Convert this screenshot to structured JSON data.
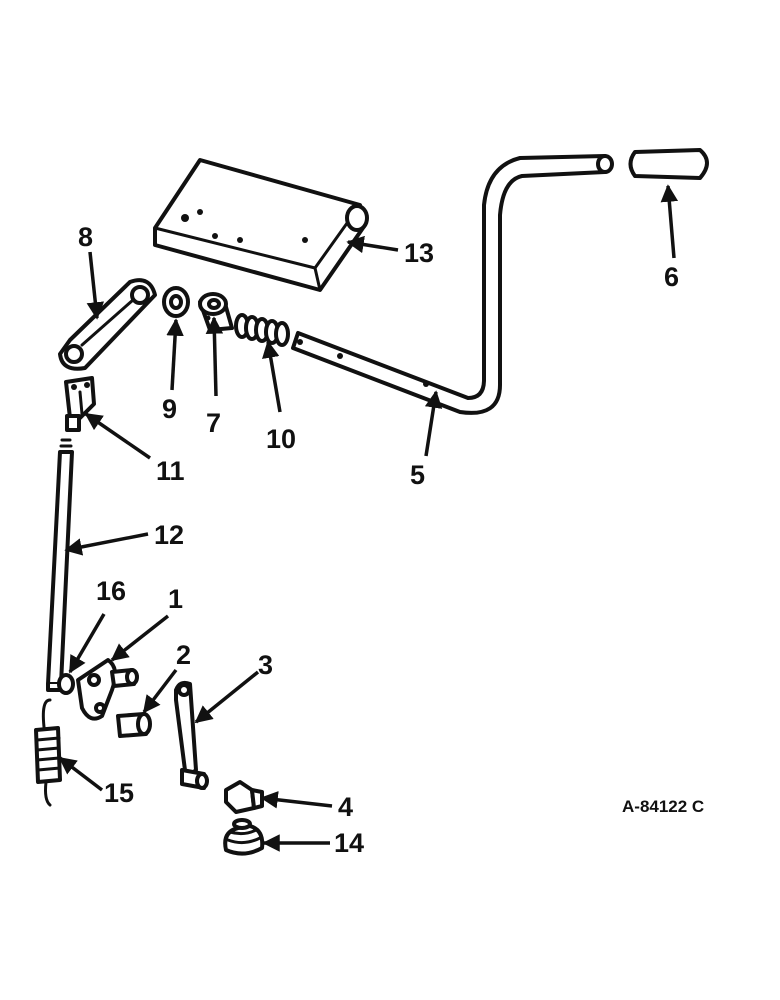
{
  "callouts": {
    "c1": "1",
    "c2": "2",
    "c3": "3",
    "c4": "4",
    "c5": "5",
    "c6": "6",
    "c7": "7",
    "c8": "8",
    "c9": "9",
    "c10": "10",
    "c11": "11",
    "c12": "12",
    "c13": "13",
    "c14": "14",
    "c15": "15",
    "c16": "16"
  },
  "reference_code": "A-84122 C",
  "colors": {
    "ink": "#111111",
    "paper": "#ffffff"
  }
}
